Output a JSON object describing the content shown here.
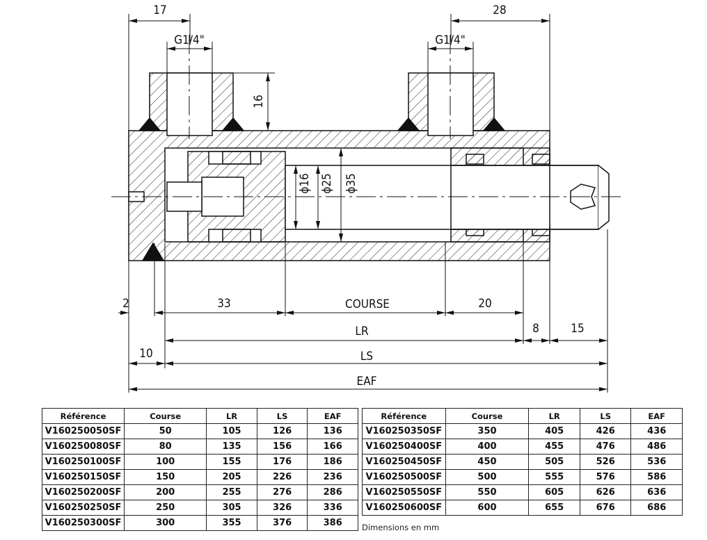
{
  "drawing": {
    "dims": {
      "d17": "17",
      "d28": "28",
      "port1": "G1/4\"",
      "port2": "G1/4\"",
      "d16h": "16",
      "dia16": "ϕ16",
      "dia25": "ϕ25",
      "dia35": "ϕ35",
      "d2": "2",
      "d33": "33",
      "course": "COURSE",
      "d20": "20",
      "lr": "LR",
      "d8": "8",
      "d15": "15",
      "d10": "10",
      "ls": "LS",
      "eaf": "EAF"
    }
  },
  "tables": {
    "headers": [
      "Référence",
      "Course",
      "LR",
      "LS",
      "EAF"
    ],
    "left": [
      [
        "V160250050SF",
        "50",
        "105",
        "126",
        "136"
      ],
      [
        "V160250080SF",
        "80",
        "135",
        "156",
        "166"
      ],
      [
        "V160250100SF",
        "100",
        "155",
        "176",
        "186"
      ],
      [
        "V160250150SF",
        "150",
        "205",
        "226",
        "236"
      ],
      [
        "V160250200SF",
        "200",
        "255",
        "276",
        "286"
      ],
      [
        "V160250250SF",
        "250",
        "305",
        "326",
        "336"
      ],
      [
        "V160250300SF",
        "300",
        "355",
        "376",
        "386"
      ]
    ],
    "right": [
      [
        "V160250350SF",
        "350",
        "405",
        "426",
        "436"
      ],
      [
        "V160250400SF",
        "400",
        "455",
        "476",
        "486"
      ],
      [
        "V160250450SF",
        "450",
        "505",
        "526",
        "536"
      ],
      [
        "V160250500SF",
        "500",
        "555",
        "576",
        "586"
      ],
      [
        "V160250550SF",
        "550",
        "605",
        "626",
        "636"
      ],
      [
        "V160250600SF",
        "600",
        "655",
        "676",
        "686"
      ]
    ],
    "note": "Dimensions en mm"
  }
}
